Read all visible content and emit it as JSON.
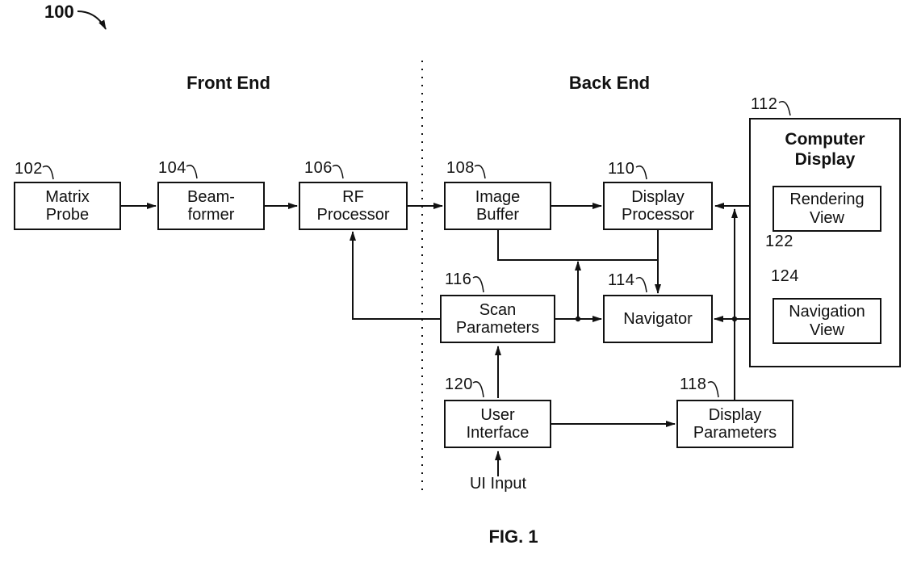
{
  "figure": {
    "ref_label": "100",
    "caption": "FIG. 1",
    "front_end": "Front End",
    "back_end": "Back End",
    "ui_input": "UI Input"
  },
  "blocks": {
    "matrix_probe": {
      "ref": "102",
      "label": "Matrix\nProbe"
    },
    "beamformer": {
      "ref": "104",
      "label": "Beam-\nformer"
    },
    "rf_processor": {
      "ref": "106",
      "label": "RF\nProcessor"
    },
    "image_buffer": {
      "ref": "108",
      "label": "Image\nBuffer"
    },
    "display_processor": {
      "ref": "110",
      "label": "Display\nProcessor"
    },
    "computer_display": {
      "ref": "112",
      "label": "Computer\nDisplay"
    },
    "rendering_view": {
      "ref": "122",
      "label": "Rendering\nView"
    },
    "navigation_view": {
      "ref": "124",
      "label": "Navigation\nView"
    },
    "scan_parameters": {
      "ref": "116",
      "label": "Scan\nParameters"
    },
    "navigator": {
      "ref": "114",
      "label": "Navigator"
    },
    "user_interface": {
      "ref": "120",
      "label": "User\nInterface"
    },
    "display_parameters": {
      "ref": "118",
      "label": "Display\nParameters"
    }
  },
  "colors": {
    "ink": "#111111",
    "background": "#ffffff"
  }
}
